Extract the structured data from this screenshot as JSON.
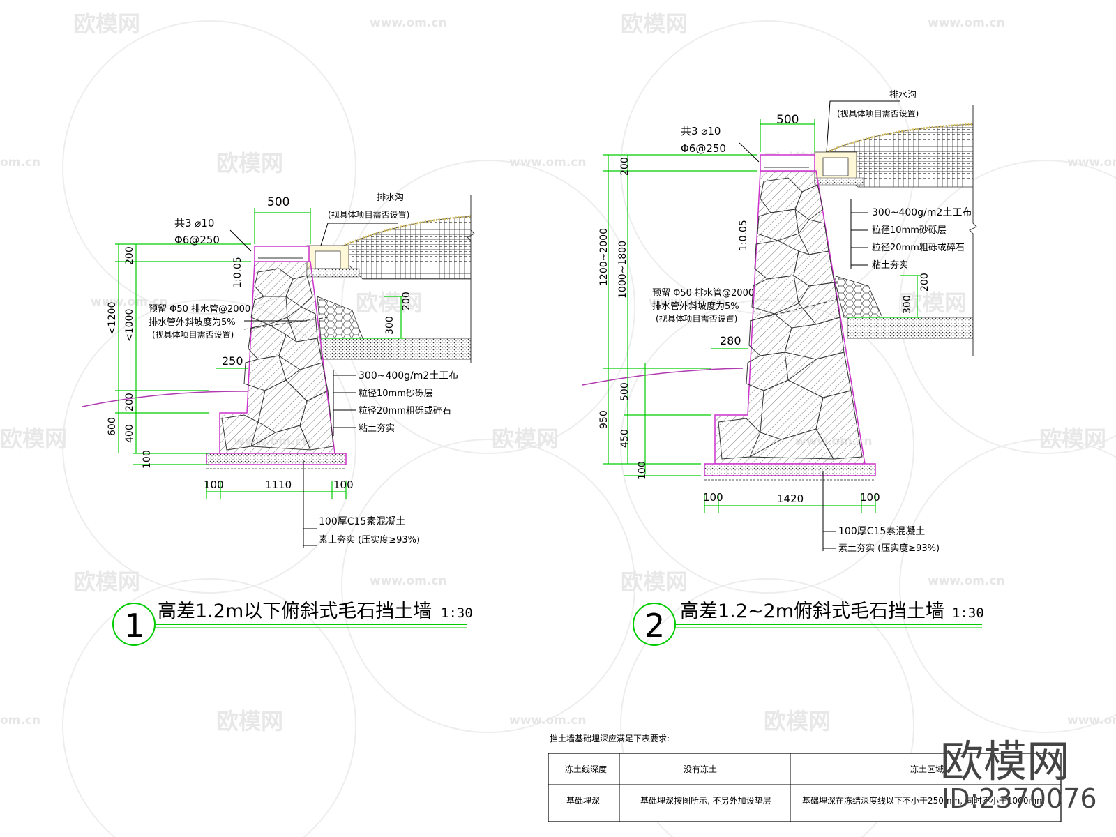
{
  "watermark": {
    "brand": "欧模网",
    "url": "www.om.cn",
    "url_short": "om.cn"
  },
  "drawing1": {
    "title": "高差1.2m以下俯斜式毛石挡土墙",
    "scale": "1:30",
    "number": "1",
    "rebar_1": "共3 ⌀10",
    "rebar_2": "Φ6@250",
    "top_width": "500",
    "drain": "排水沟",
    "drain_note": "(视具体项目需否设置)",
    "slope": "1:0.05",
    "pipe_1": "预留 Φ50 排水管@2000",
    "pipe_2": "排水管外斜坡度为5%",
    "pipe_3": "(视具体项目需否设置)",
    "d_250": "250",
    "d_200a": "200",
    "d_300": "300",
    "d_200b": "200",
    "d_lt1200": "<1200",
    "d_lt1000": "<1000",
    "d_200c": "200",
    "d_600": "600",
    "d_400": "400",
    "d_100": "100",
    "geo": "300~400g/m2土工布",
    "sand": "粒径10mm砂砾层",
    "gravel": "粒径20mm粗砾或碎石",
    "clay": "粘土夯实",
    "base_l": "100",
    "base_m": "1110",
    "base_r": "100",
    "concrete": "100厚C15素混凝土",
    "soil": "素土夯实 (压实度≥93%)"
  },
  "drawing2": {
    "title": "高差1.2~2m俯斜式毛石挡土墙",
    "scale": "1:30",
    "number": "2",
    "rebar_1": "共3 ⌀10",
    "rebar_2": "Φ6@250",
    "top_width": "500",
    "drain": "排水沟",
    "drain_note": "(视具体项目需否设置)",
    "slope": "1:0.05",
    "geo": "300~400g/m2土工布",
    "sand": "粒径10mm砂砾层",
    "gravel": "粒径20mm粗砾或碎石",
    "clay": "粘土夯实",
    "pipe_1": "预留 Φ50 排水管@2000",
    "pipe_2": "排水管外斜坡度为5%",
    "pipe_3": "(视具体项目需否设置)",
    "d_280": "280",
    "d_200a": "200",
    "d_300": "300",
    "d_200b": "200",
    "d_1200_2000": "1200~2000",
    "d_1000_1800": "1000~1800",
    "d_500": "500",
    "d_950": "950",
    "d_450": "450",
    "d_100": "100",
    "base_l": "100",
    "base_m": "1420",
    "base_r": "100",
    "concrete": "100厚C15素混凝土",
    "soil": "素土夯实 (压实度≥93%)"
  },
  "table": {
    "caption": "挡土墙基础埋深应满足下表要求:",
    "header": [
      "冻土线深度",
      "没有冻土",
      "冻土区域"
    ],
    "row": [
      "基础埋深",
      "基础埋深按图所示, 不另外加设垫层",
      "基础埋深在冻结深度线以下不小于250mm, 同时不小于1000mm"
    ]
  },
  "corner": {
    "brand": "欧模网",
    "id": "ID:2370076"
  },
  "colors": {
    "dim": "#00cc00",
    "wall_outline": "#cc33cc",
    "circle": "#00cc00"
  }
}
